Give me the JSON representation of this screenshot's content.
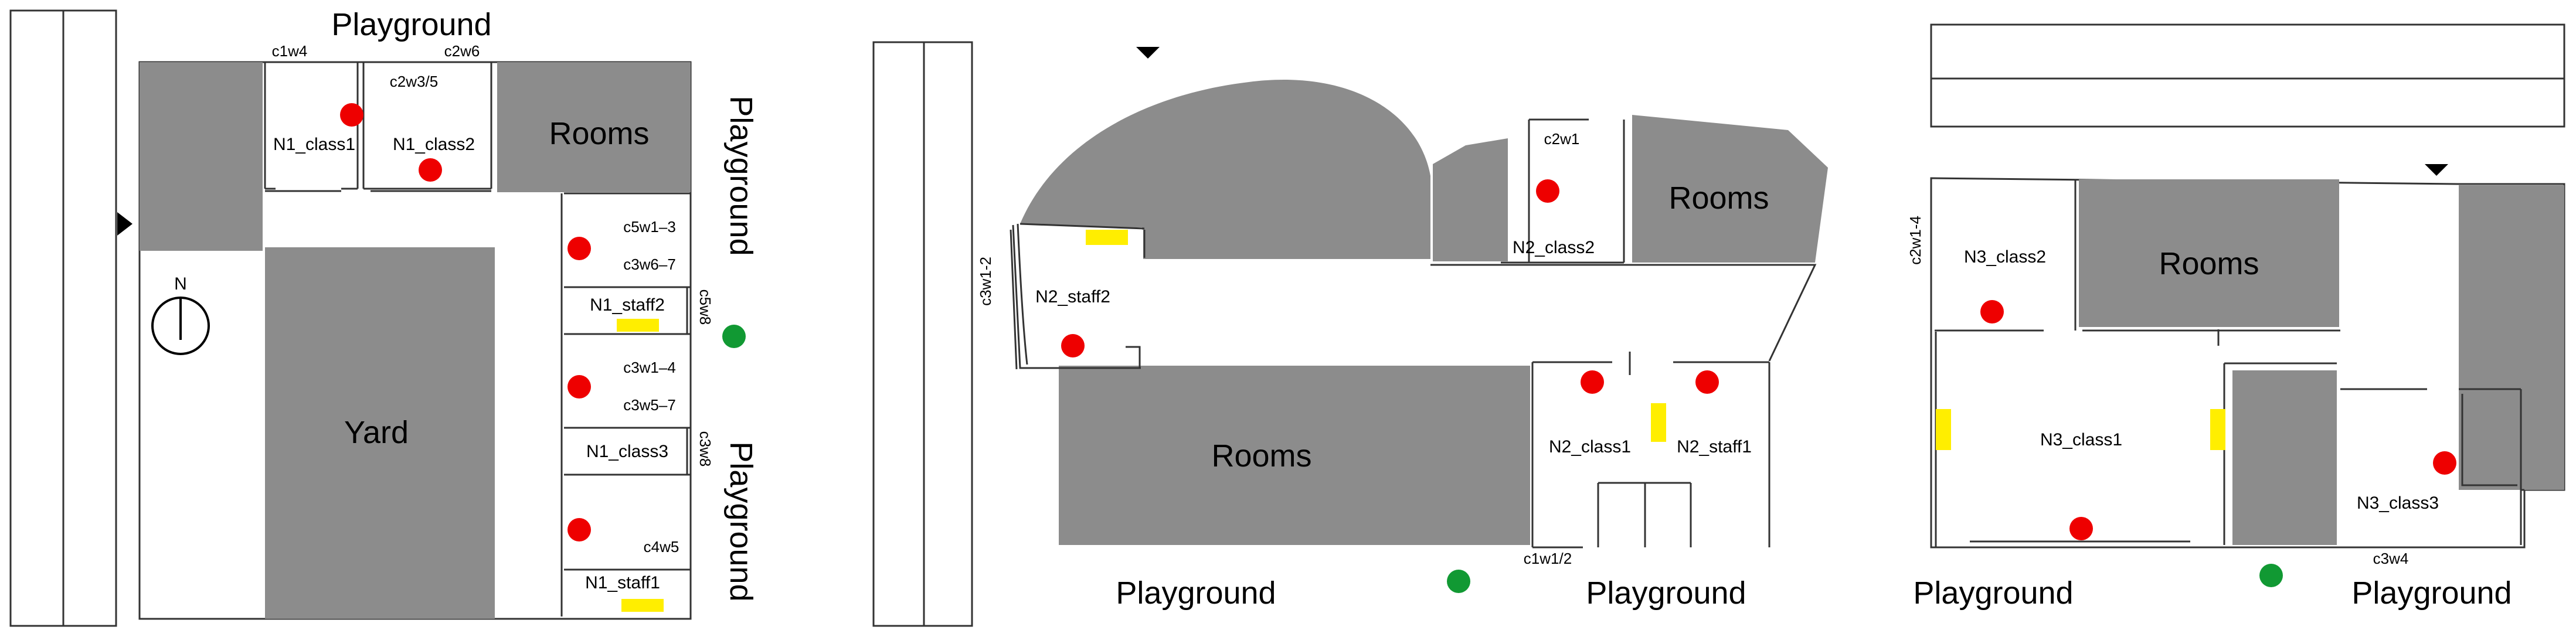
{
  "colors": {
    "rooms": "#8c8c8c",
    "red_marker": "#ee0000",
    "green_marker": "#119933",
    "yellow_marker": "#ffee00"
  },
  "icons": [
    "north-arrow-icon",
    "entrance-arrow-icon"
  ],
  "plan1": {
    "playground_top": "Playground",
    "playground_right_1": "Playground",
    "playground_right_2": "Playground",
    "rooms": "Rooms",
    "yard": "Yard",
    "north": "N",
    "n1_class1": "N1_class1",
    "n1_class2": "N1_class2",
    "n1_staff2": "N1_staff2",
    "n1_class3": "N1_class3",
    "n1_staff1": "N1_staff1",
    "c1w4": "c1w4",
    "c2w3_5": "c2w3/5",
    "c2w6": "c2w6",
    "c5w1_3": "c5w1–3",
    "c3w6_7": "c3w6–7",
    "c5w8": "c5w8",
    "c3w1_4": "c3w1–4",
    "c3w5_7": "c3w5–7",
    "c3w8": "c3w8",
    "c4w5": "c4w5"
  },
  "plan2": {
    "rooms_top": "Rooms",
    "rooms_bottom": "Rooms",
    "playground_left": "Playground",
    "playground_right": "Playground",
    "n2_class2": "N2_class2",
    "n2_staff2": "N2_staff2",
    "n2_class1": "N2_class1",
    "n2_staff1": "N2_staff1",
    "c2w1": "c2w1",
    "c3w1_2": "c3w1-2",
    "c1w1_2": "c1w1/2"
  },
  "plan3": {
    "rooms": "Rooms",
    "playground_left": "Playground",
    "playground_right": "Playground",
    "n3_class2": "N3_class2",
    "n3_class1": "N3_class1",
    "n3_class3": "N3_class3",
    "c2w1_4": "c2w1-4",
    "c3w4": "c3w4"
  }
}
